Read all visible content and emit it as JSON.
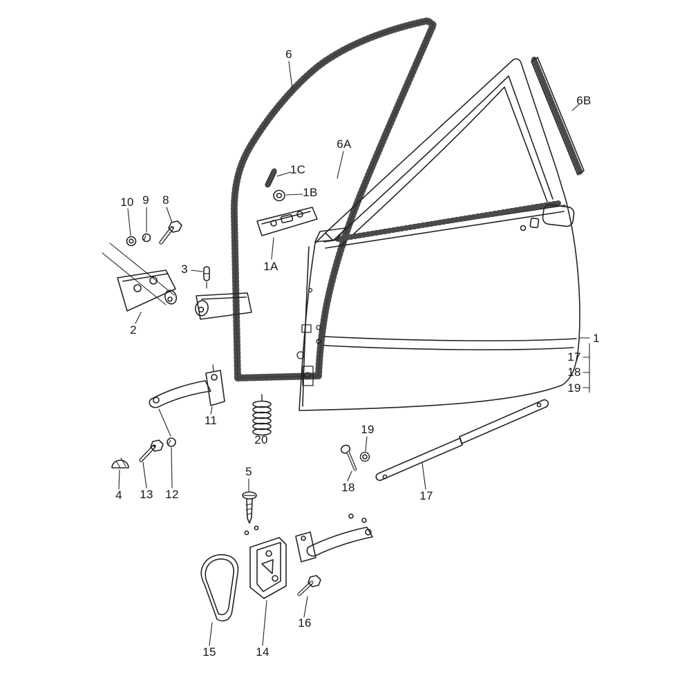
{
  "colors": {
    "background": "#ffffff",
    "ink": "#222222",
    "seal_shade": "#d6d6d6"
  },
  "labels": [
    {
      "text": "6"
    },
    {
      "text": "6B"
    },
    {
      "text": "6A"
    },
    {
      "text": "1C"
    },
    {
      "text": "1B"
    },
    {
      "text": "1A"
    },
    {
      "text": "10"
    },
    {
      "text": "9"
    },
    {
      "text": "8"
    },
    {
      "text": "2"
    },
    {
      "text": "3"
    },
    {
      "text": "1"
    },
    {
      "text": "17"
    },
    {
      "text": "18"
    },
    {
      "text": "19"
    },
    {
      "text": "11"
    },
    {
      "text": "20"
    },
    {
      "text": "19"
    },
    {
      "text": "18"
    },
    {
      "text": "17"
    },
    {
      "text": "4"
    },
    {
      "text": "13"
    },
    {
      "text": "12"
    },
    {
      "text": "5"
    },
    {
      "text": "15"
    },
    {
      "text": "14"
    },
    {
      "text": "16"
    }
  ]
}
